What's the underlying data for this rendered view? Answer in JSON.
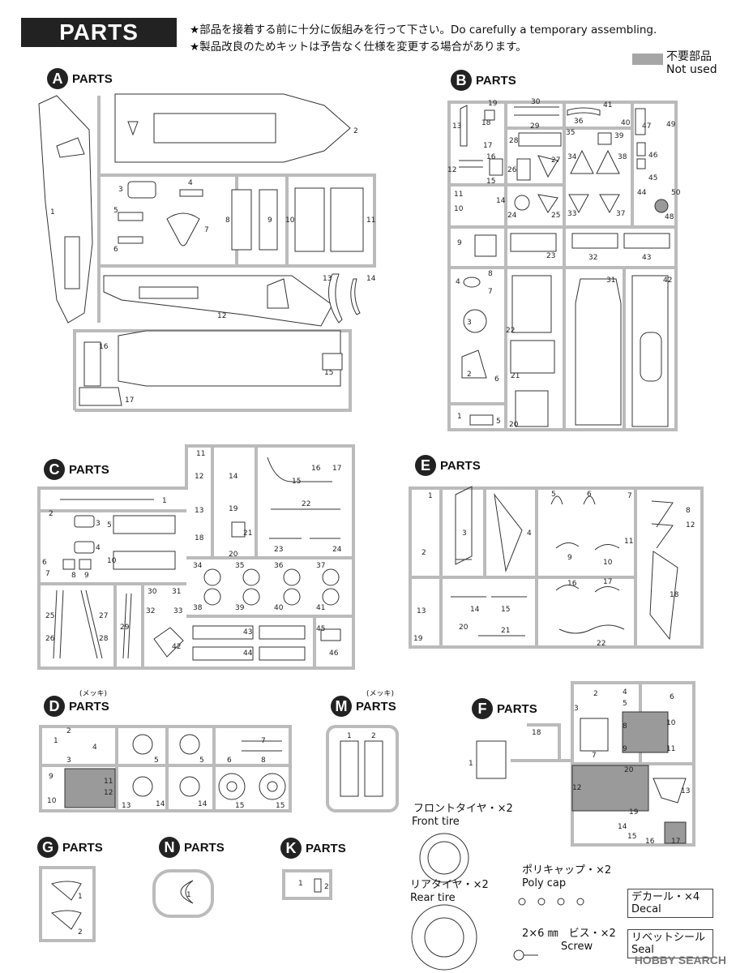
{
  "header": {
    "title": "PARTS",
    "note1": "★部品を接着する前に十分に仮組みを行って下さい。Do carefully a temporary assembling.",
    "note2": "★製品改良のためキットは予告なく仕様を変更する場合があります。",
    "legend_ja": "不要部品",
    "legend_en": "Not used",
    "legend_color": "#a6a6a6"
  },
  "sections": {
    "A": {
      "letter": "A",
      "label": "PARTS",
      "numbers": [
        "1",
        "2",
        "3",
        "4",
        "5",
        "6",
        "7",
        "8",
        "9",
        "10",
        "11",
        "12",
        "13",
        "14",
        "15",
        "16",
        "17"
      ]
    },
    "B": {
      "letter": "B",
      "label": "PARTS",
      "numbers": [
        "1",
        "2",
        "3",
        "4",
        "5",
        "6",
        "7",
        "8",
        "9",
        "10",
        "11",
        "12",
        "13",
        "14",
        "15",
        "16",
        "17",
        "18",
        "19",
        "20",
        "21",
        "22",
        "23",
        "24",
        "25",
        "26",
        "27",
        "28",
        "29",
        "30",
        "31",
        "32",
        "33",
        "34",
        "35",
        "36",
        "37",
        "38",
        "39",
        "40",
        "41",
        "42",
        "43",
        "44",
        "45",
        "46",
        "47",
        "48",
        "49",
        "50"
      ]
    },
    "C": {
      "letter": "C",
      "label": "PARTS",
      "numbers": [
        "1",
        "2",
        "3",
        "4",
        "5",
        "6",
        "7",
        "8",
        "9",
        "10",
        "11",
        "12",
        "13",
        "14",
        "15",
        "16",
        "17",
        "18",
        "19",
        "20",
        "21",
        "22",
        "23",
        "24",
        "25",
        "26",
        "27",
        "28",
        "29",
        "30",
        "31",
        "32",
        "33",
        "34",
        "35",
        "36",
        "37",
        "38",
        "39",
        "40",
        "41",
        "42",
        "43",
        "44",
        "45",
        "46"
      ]
    },
    "E": {
      "letter": "E",
      "label": "PARTS",
      "numbers": [
        "1",
        "2",
        "3",
        "4",
        "5",
        "6",
        "7",
        "8",
        "9",
        "10",
        "11",
        "12",
        "13",
        "14",
        "15",
        "16",
        "17",
        "18",
        "19",
        "20",
        "21",
        "22"
      ]
    },
    "D": {
      "letter": "D",
      "label": "PARTS",
      "sub": "(メッキ)",
      "numbers": [
        "1",
        "2",
        "3",
        "4",
        "5",
        "6",
        "7",
        "8",
        "9",
        "10",
        "11",
        "12",
        "13",
        "14",
        "15"
      ]
    },
    "M": {
      "letter": "M",
      "label": "PARTS",
      "sub": "(メッキ)",
      "numbers": [
        "1",
        "2"
      ]
    },
    "F": {
      "letter": "F",
      "label": "PARTS",
      "numbers": [
        "1",
        "2",
        "3",
        "4",
        "5",
        "6",
        "7",
        "8",
        "9",
        "10",
        "11",
        "12",
        "13",
        "14",
        "15",
        "16",
        "17",
        "18",
        "19",
        "20"
      ]
    },
    "G": {
      "letter": "G",
      "label": "PARTS",
      "numbers": [
        "1",
        "2"
      ]
    },
    "N": {
      "letter": "N",
      "label": "PARTS",
      "numbers": [
        "1"
      ]
    },
    "K": {
      "letter": "K",
      "label": "PARTS",
      "numbers": [
        "1",
        "2"
      ]
    }
  },
  "extras": {
    "front_tire_ja": "フロントタイヤ・×2",
    "front_tire_en": "Front tire",
    "rear_tire_ja": "リアタイヤ・×2",
    "rear_tire_en": "Rear tire",
    "polycap_ja": "ポリキャップ・×2",
    "polycap_en": "Poly cap",
    "screw_ja": "2×6 ㎜　ビス・×2",
    "screw_en": "Screw",
    "decal_ja": "デカール・×4",
    "decal_en": "Decal",
    "seal_ja": "リベットシール",
    "seal_en": "Seal"
  },
  "watermark": "HOBBY SEARCH"
}
